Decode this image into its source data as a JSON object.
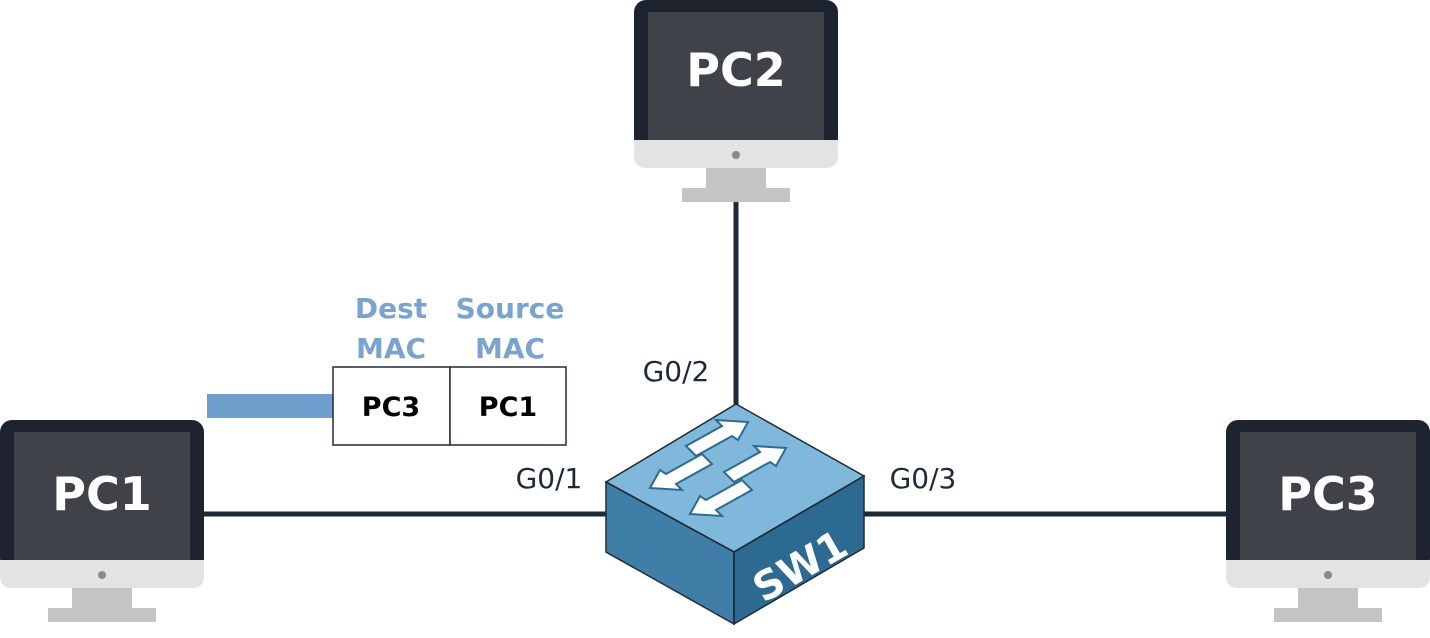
{
  "colors": {
    "link": "#1f2a38",
    "monitor_bezel": "#1d2430",
    "monitor_screen": "#3f4349",
    "monitor_chin": "#e3e3e3",
    "monitor_stand": "#c4c4c4",
    "pc_label": "#ffffff",
    "port_label": "#1f2a38",
    "field_label": "#7ba3cf",
    "frame_bar": "#6f9fcc",
    "frame_border": "#1f2a38",
    "switch_top": "#7fb8db",
    "switch_side_left": "#3f7ea6",
    "switch_side_right": "#2d6a92",
    "switch_label": "#ffffff"
  },
  "devices": {
    "pc1": {
      "label": "PC1",
      "icon": "desktop-monitor-icon"
    },
    "pc2": {
      "label": "PC2",
      "icon": "desktop-monitor-icon"
    },
    "pc3": {
      "label": "PC3",
      "icon": "desktop-monitor-icon"
    },
    "sw1": {
      "label": "SW1",
      "icon": "switch-icon"
    }
  },
  "ports": {
    "g01": "G0/1",
    "g02": "G0/2",
    "g03": "G0/3"
  },
  "frame": {
    "dest_header_line1": "Dest",
    "dest_header_line2": "MAC",
    "source_header_line1": "Source",
    "source_header_line2": "MAC",
    "dest_value": "PC3",
    "source_value": "PC1"
  }
}
